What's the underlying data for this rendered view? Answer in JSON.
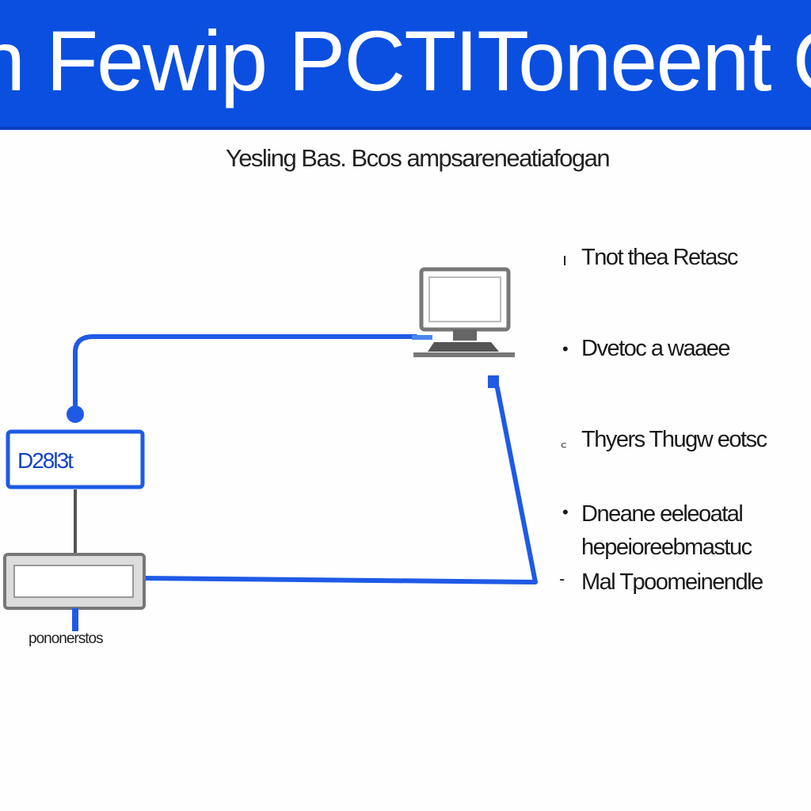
{
  "header": {
    "title": "n Fewip PCTIToneent Cont"
  },
  "subtitle": "Yesling Bas. Bcos ampsareneatiafogan",
  "node": {
    "label": "D28l3t",
    "caption": "pononerstos"
  },
  "legend": {
    "items": [
      {
        "bullet": "ı",
        "text": "Tnot thea  Retasc"
      },
      {
        "bullet": "•",
        "text": "Dvetoc a waaee"
      },
      {
        "bullet": "꜀",
        "text": "Thyers Thugw eotsc"
      },
      {
        "bullet": "•",
        "text": "Dneane eeleoatal"
      },
      {
        "bullet": "",
        "text": "hepeioreebmastuc"
      },
      {
        "bullet": "-",
        "text": "Mal Tpoomeinendle"
      }
    ]
  },
  "colors": {
    "banner": "#0a4fe0",
    "accent": "#1f5ae6",
    "device_gray": "#8a8a8a"
  },
  "icons": {
    "computer": "desktop-computer-icon",
    "router": "router-device-icon"
  }
}
